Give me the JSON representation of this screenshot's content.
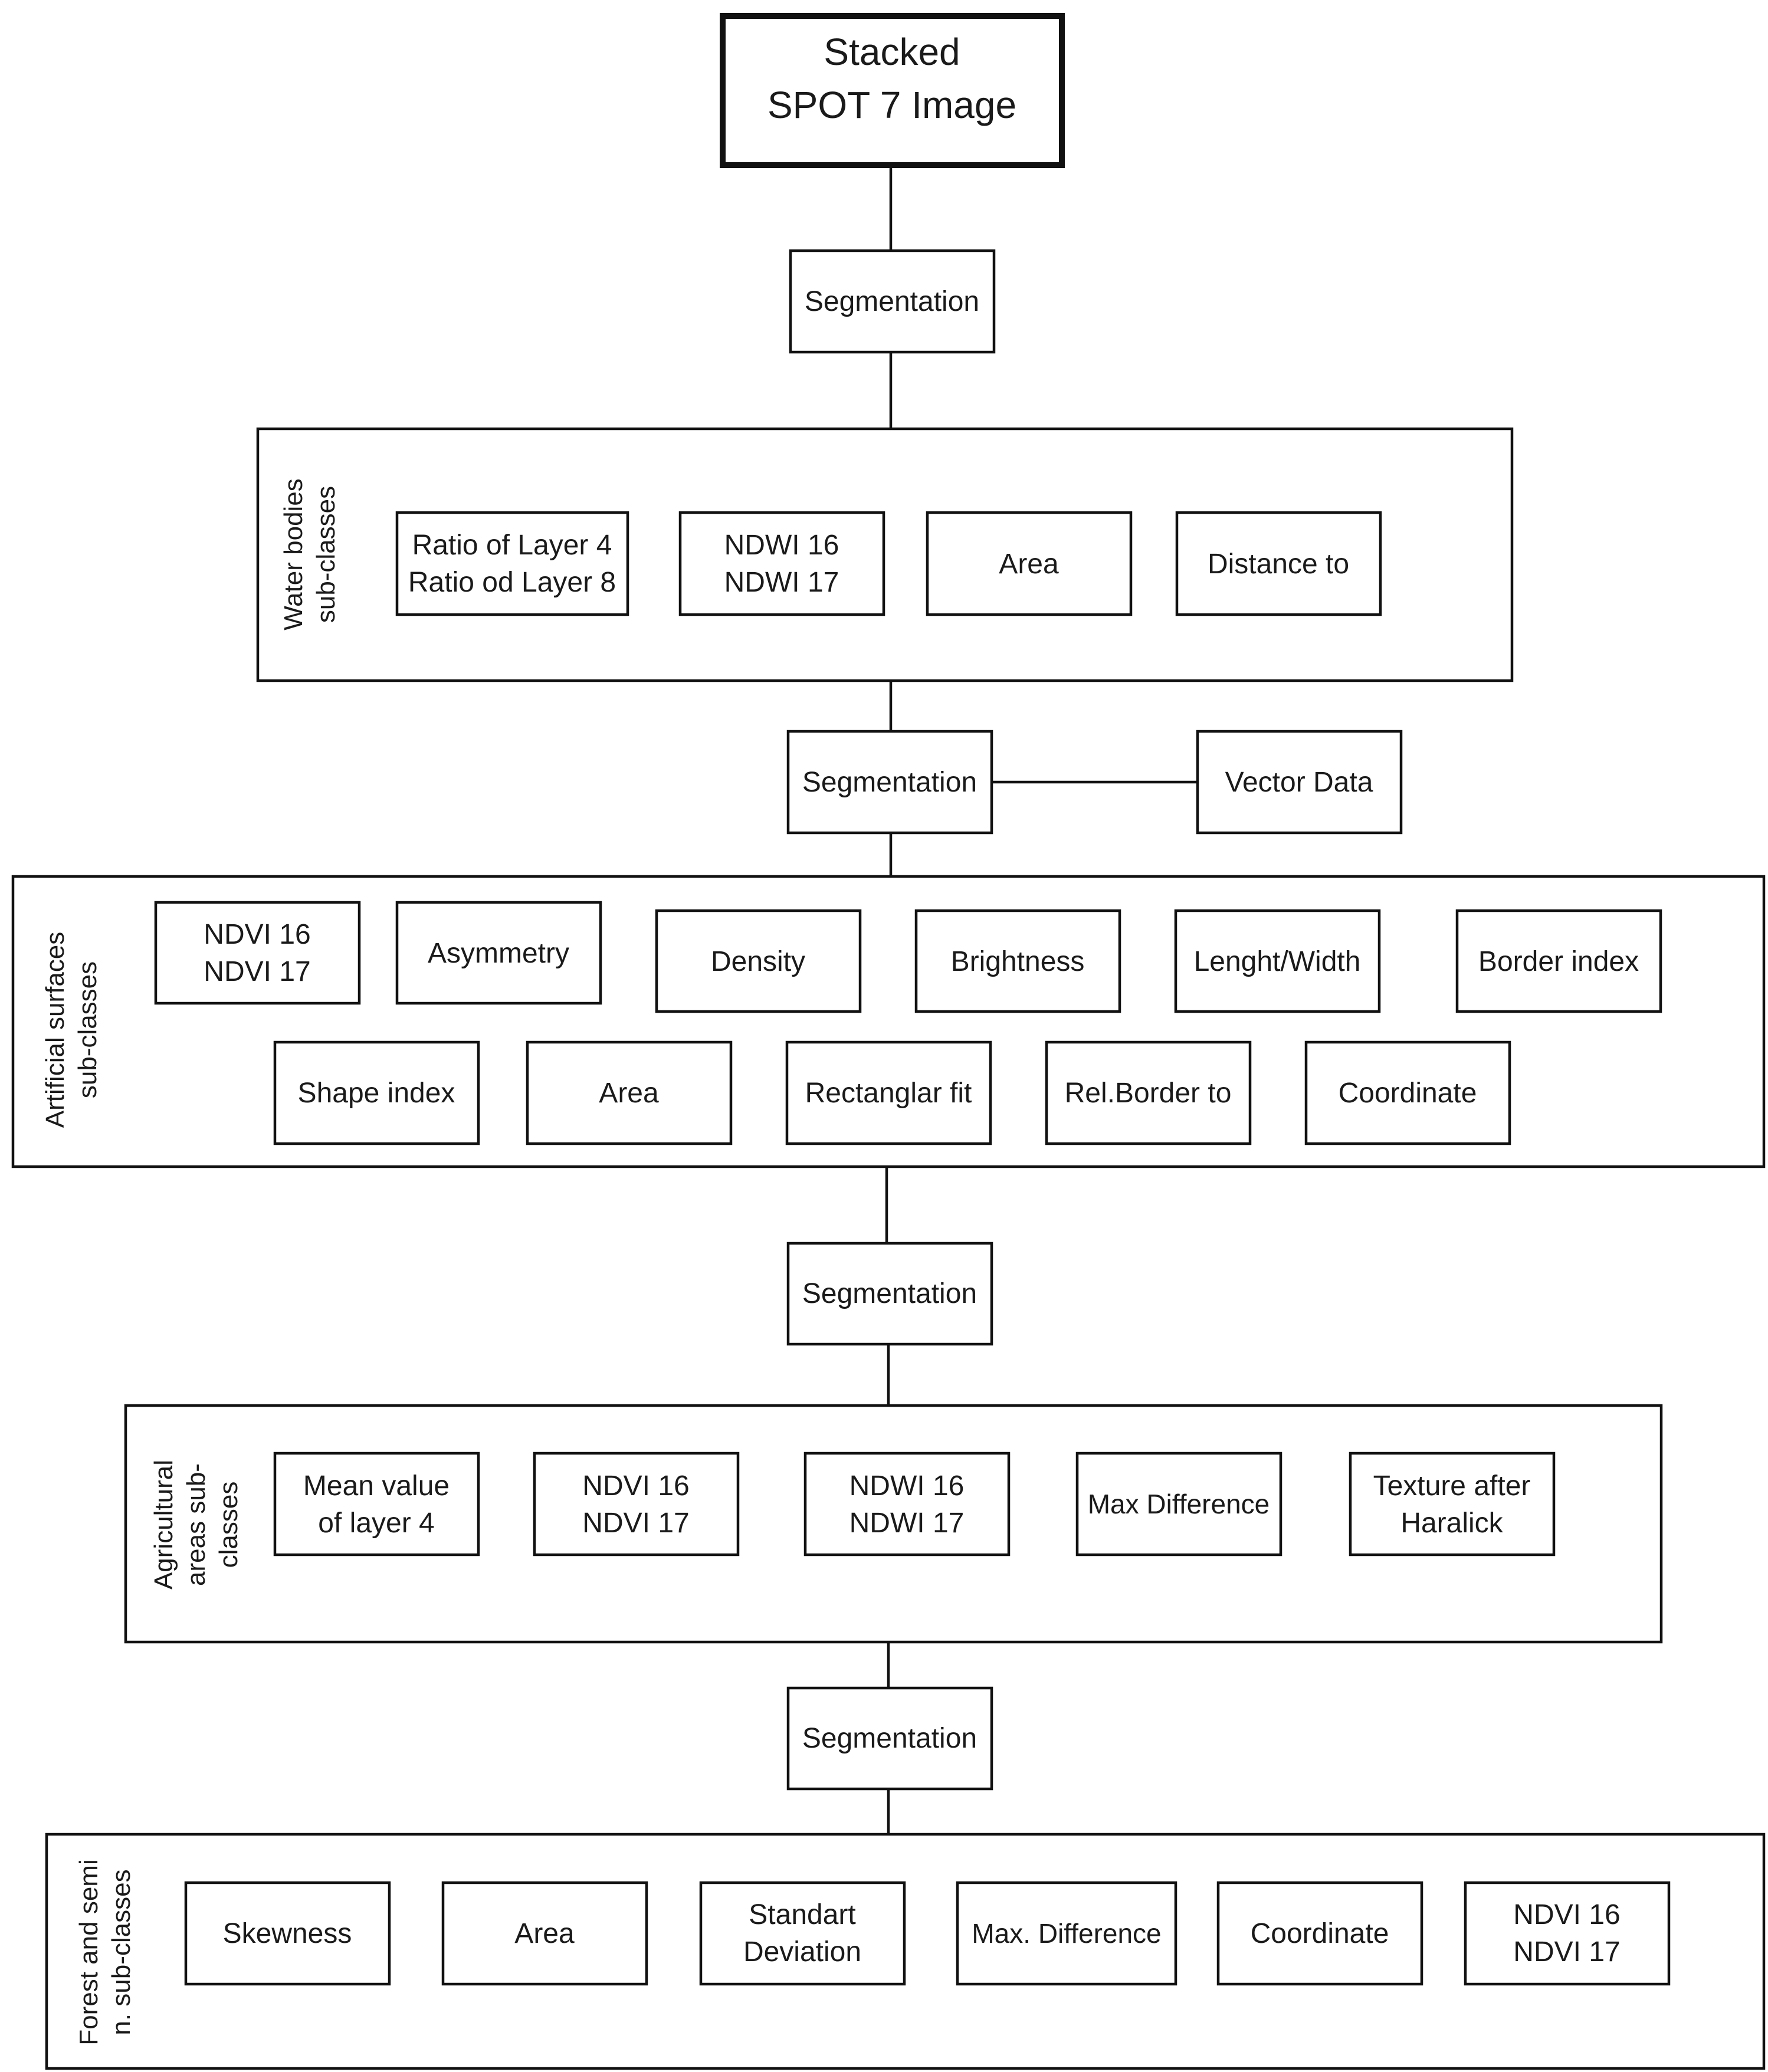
{
  "start": {
    "lines": [
      "Stacked",
      "SPOT 7 Image"
    ]
  },
  "seg_label": "Segmentation",
  "vector_data": "Vector Data",
  "water": {
    "title": [
      "Water bodies",
      "sub-classes"
    ],
    "features": [
      [
        "Ratio of Layer 4",
        "Ratio od Layer 8"
      ],
      [
        "NDWI 16",
        "NDWI 17"
      ],
      [
        "Area"
      ],
      [
        "Distance to"
      ]
    ]
  },
  "artificial": {
    "title": [
      "Artificial surfaces",
      "sub-classes"
    ],
    "row1": [
      [
        "NDVI 16",
        "NDVI 17"
      ],
      [
        "Asymmetry"
      ],
      [
        "Density"
      ],
      [
        "Brightness"
      ],
      [
        "Lenght/Width"
      ],
      [
        "Border index"
      ]
    ],
    "row2": [
      [
        "Shape index"
      ],
      [
        "Area"
      ],
      [
        "Rectanglar fit"
      ],
      [
        "Rel.Border to"
      ],
      [
        "Coordinate"
      ]
    ]
  },
  "agricultural": {
    "title": [
      "Agricultural",
      "areas sub-",
      "classes"
    ],
    "features": [
      [
        "Mean value",
        "of layer 4"
      ],
      [
        "NDVI 16",
        "NDVI 17"
      ],
      [
        "NDWI 16",
        "NDWI 17"
      ],
      [
        "Max Difference"
      ],
      [
        "Texture after",
        "Haralick"
      ]
    ]
  },
  "forest": {
    "title": [
      "Forest and semi",
      "n. sub-classes"
    ],
    "features": [
      [
        "Skewness"
      ],
      [
        "Area"
      ],
      [
        "Standart",
        "Deviation"
      ],
      [
        "Max. Difference"
      ],
      [
        "Coordinate"
      ],
      [
        "NDVI 16",
        "NDVI 17"
      ]
    ]
  }
}
